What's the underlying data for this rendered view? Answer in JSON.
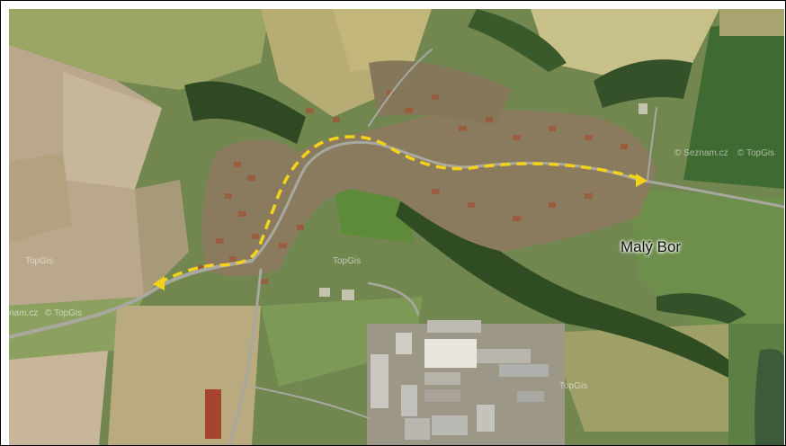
{
  "map": {
    "place_label": "Malý Bor",
    "watermarks": [
      "© Seznam.cz",
      "© TopGis",
      "TopGis",
      "nam.cz",
      "© TopGis",
      "TopGis",
      "TopGis"
    ],
    "route_color": "#f2d21b"
  }
}
